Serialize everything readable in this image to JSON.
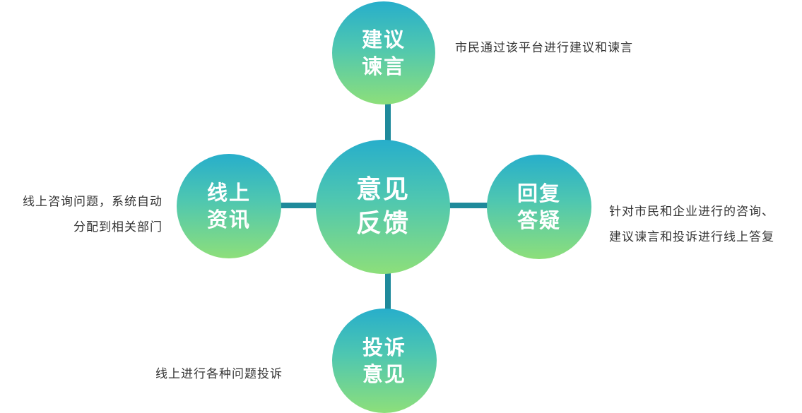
{
  "center": {
    "label": "意见\n反馈"
  },
  "nodes": {
    "top": {
      "label": "建议\n谏言",
      "description": [
        "市民通过该平台进行建议和谏言"
      ]
    },
    "left": {
      "label": "线上\n资讯",
      "description": [
        "线上咨询问题，系统自动",
        "分配到相关部门"
      ]
    },
    "right": {
      "label": "回复\n答疑",
      "description": [
        "针对市民和企业进行的咨询、",
        "建议谏言和投诉进行线上答复"
      ]
    },
    "bottom": {
      "label": "投诉\n意见",
      "description": [
        "线上进行各种问题投诉"
      ]
    }
  },
  "colors": {
    "circle_gradient_top": "#27aecb",
    "circle_gradient_bottom": "#8ddf7a",
    "connector": "#1f8a9b",
    "description_text": "#333333"
  }
}
